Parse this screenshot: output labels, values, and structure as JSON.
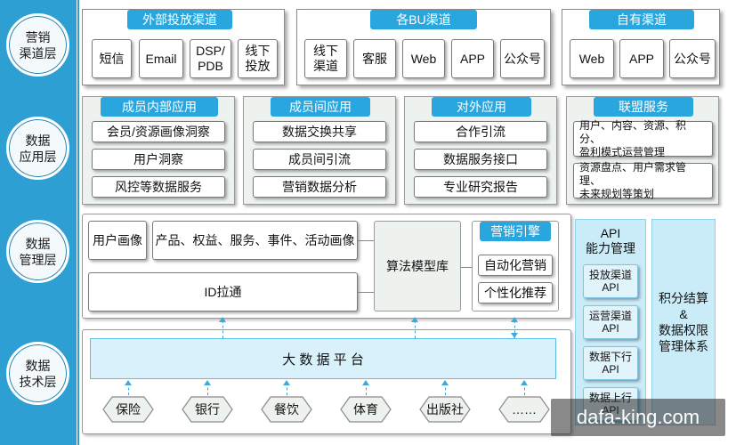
{
  "layers": [
    "营销\n渠道层",
    "数据\n应用层",
    "数据\n管理层",
    "数据\n技术层"
  ],
  "marketing": {
    "external": {
      "title": "外部投放渠道",
      "items": [
        "短信",
        "Email",
        "DSP/\nPDB",
        "线下\n投放"
      ]
    },
    "bu": {
      "title": "各BU渠道",
      "items": [
        "线下\n渠道",
        "客服",
        "Web",
        "APP",
        "公众号"
      ]
    },
    "own": {
      "title": "自有渠道",
      "items": [
        "Web",
        "APP",
        "公众号"
      ]
    }
  },
  "application": {
    "internal": {
      "title": "成员内部应用",
      "items": [
        "会员/资源画像洞察",
        "用户洞察",
        "风控等数据服务"
      ]
    },
    "inter": {
      "title": "成员间应用",
      "items": [
        "数据交换共享",
        "成员间引流",
        "营销数据分析"
      ]
    },
    "external": {
      "title": "对外应用",
      "items": [
        "合作引流",
        "数据服务接口",
        "专业研究报告"
      ]
    },
    "alliance": {
      "title": "联盟服务",
      "items": [
        "用户、内容、资源、积分、\n盈利模式运营管理",
        "资源盘点、用户需求管理、\n未来规划等策划"
      ]
    }
  },
  "management": {
    "user_profile": "用户画像",
    "product_profile": "产品、权益、服务、事件、活动画像",
    "id_link": "ID拉通",
    "algo": "算法模型库",
    "engine": {
      "title": "营销引擎",
      "items": [
        "自动化营销",
        "个性化推荐"
      ]
    }
  },
  "api_panel": {
    "title": "API\n能力管理",
    "items": [
      "投放渠道\nAPI",
      "运营渠道\nAPI",
      "数据下行\nAPI",
      "数据上行\nAPI"
    ]
  },
  "points_panel": {
    "text": "积分结算\n&\n数据权限\n管理体系"
  },
  "tech": {
    "platform": "大 数 据 平 台",
    "sources": [
      "保险",
      "银行",
      "餐饮",
      "体育",
      "出版社",
      "……"
    ]
  },
  "watermark": "dafa-king.com",
  "colors": {
    "accent": "#29a6de",
    "strip": "#2e9fd3",
    "panel": "#c9ecf8"
  }
}
